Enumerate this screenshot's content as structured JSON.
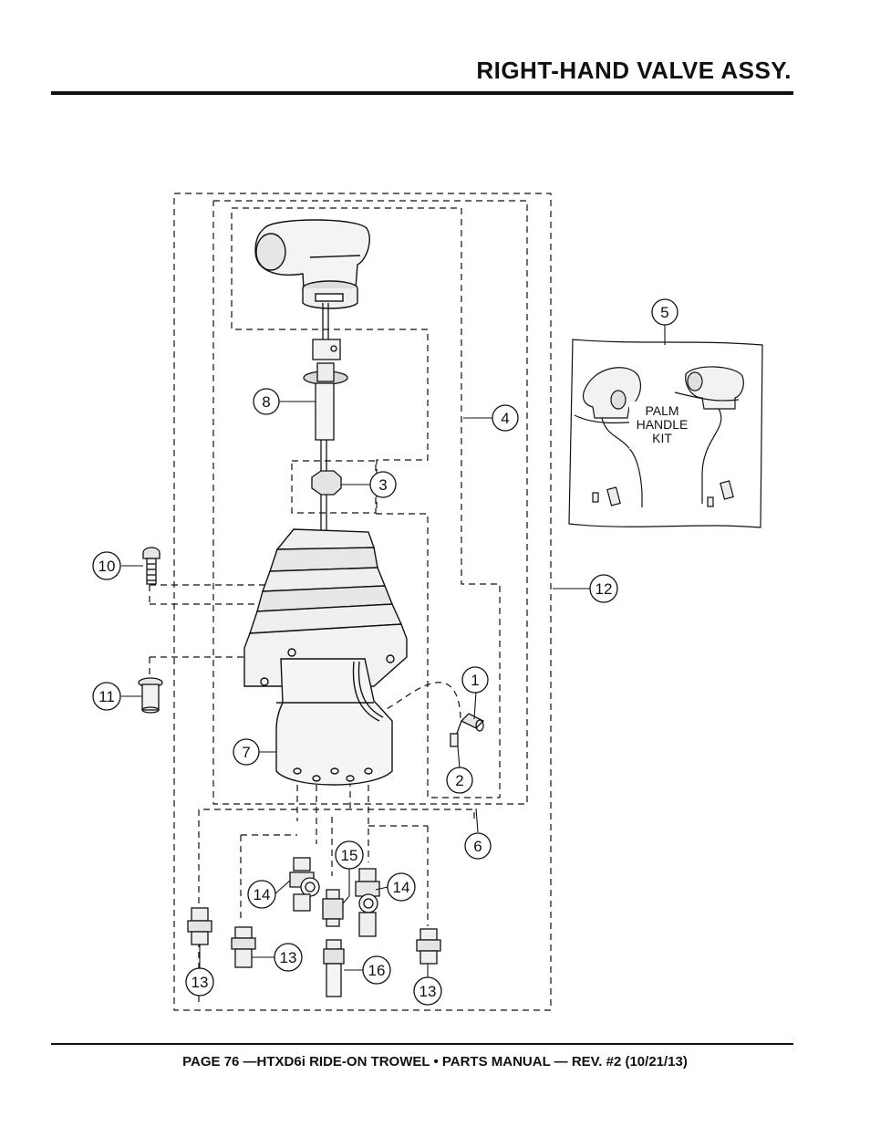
{
  "header": {
    "title": "RIGHT-HAND VALVE ASSY."
  },
  "footer": {
    "text": "PAGE 76 —HTXD6i RIDE-ON TROWEL • PARTS MANUAL — REV. #2 (10/21/13)"
  },
  "diagram": {
    "callouts": {
      "c1": "1",
      "c2": "2",
      "c3": "3",
      "c4": "4",
      "c5": "5",
      "c6": "6",
      "c7": "7",
      "c8": "8",
      "c10": "10",
      "c11": "11",
      "c12": "12",
      "c13a": "13",
      "c13b": "13",
      "c13c": "13",
      "c14a": "14",
      "c14b": "14",
      "c15": "15",
      "c16": "16"
    },
    "kit_label": {
      "line1": "PALM",
      "line2": "HANDLE",
      "line3": "KIT"
    }
  }
}
